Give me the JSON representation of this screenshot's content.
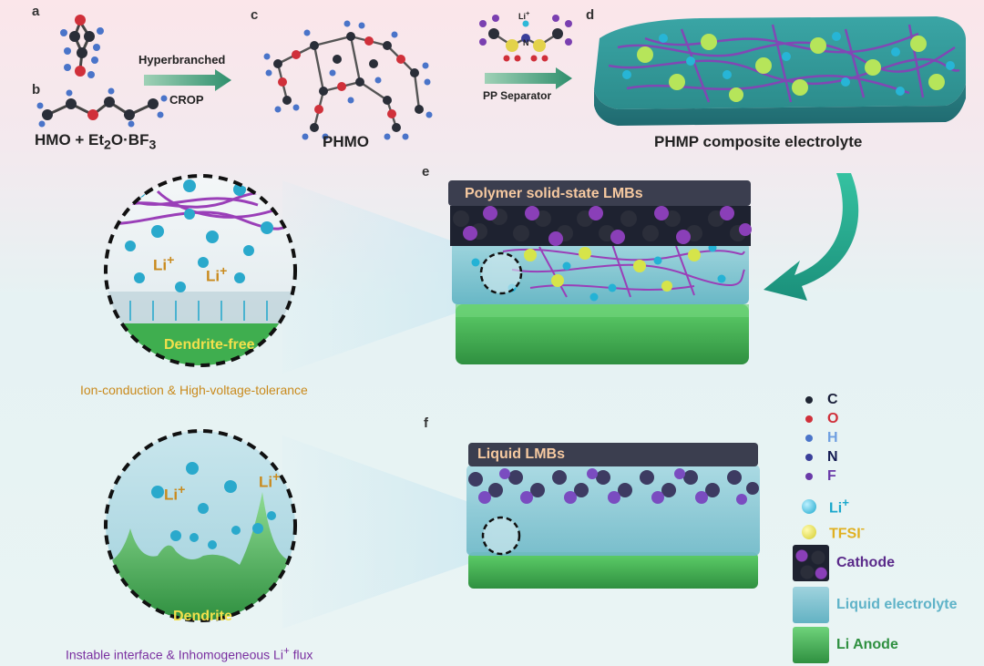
{
  "panels": {
    "a": "a",
    "b": "b",
    "c": "c",
    "d": "d",
    "e": "e",
    "f": "f"
  },
  "top": {
    "arrow_top_label": "Hyperbranched",
    "arrow_bottom_label": "CROP",
    "reagents_label": "HMO + Et",
    "reagents_sub": "2",
    "reagents_tail": "O·BF",
    "reagents_sub2": "3",
    "product_label": "PHMO",
    "separator_label": "PP Separator",
    "li_label": "Li",
    "li_sup": "+",
    "n_label": "N",
    "composite_label": "PHMP composite electrolyte"
  },
  "middle": {
    "banner": "Polymer solid-state LMBs",
    "zoom_li_1": "Li",
    "zoom_li_2": "Li",
    "zoom_sup": "+",
    "zoom_label": "Dendrite-free",
    "caption": "Ion-conduction & High-voltage-tolerance"
  },
  "bottom": {
    "banner": "Liquid LMBs",
    "zoom_li_1": "Li",
    "zoom_li_2": "Li",
    "zoom_sup": "+",
    "zoom_label": "Dendrite",
    "caption": "Instable interface & Inhomogeneous Li",
    "caption_sup": "+",
    "caption_tail": " flux"
  },
  "legend": {
    "items": [
      {
        "label": "C",
        "color": "#1f2533",
        "text_color": "#1a1f3a"
      },
      {
        "label": "O",
        "color": "#d0303a",
        "text_color": "#d0303a"
      },
      {
        "label": "H",
        "color": "#4a74c9",
        "text_color": "#6f9fe0"
      },
      {
        "label": "N",
        "color": "#3a3f9a",
        "text_color": "#141b52"
      },
      {
        "label": "F",
        "color": "#6a3aa8",
        "text_color": "#6a3aa8"
      }
    ],
    "li_label": "Li",
    "li_sup": "+",
    "tfsi_label": "TFSI",
    "tfsi_sup": "-",
    "cathode_label": "Cathode",
    "liquid_label": "Liquid electrolyte",
    "anode_label": "Li Anode"
  },
  "colors": {
    "li_ion": "#2fb8d8",
    "tfsi": "#e9e14a",
    "polymer": "#9a3fb8",
    "anode": "#3fae4f",
    "electrolyte": "#7ec4d4",
    "composite": "#2f8f8f",
    "banner_bg": "#3b3e4f",
    "banner_text": "#f6c9a0",
    "caption_mid": "#c98a1d",
    "caption_bottom": "#7a2fa0"
  }
}
